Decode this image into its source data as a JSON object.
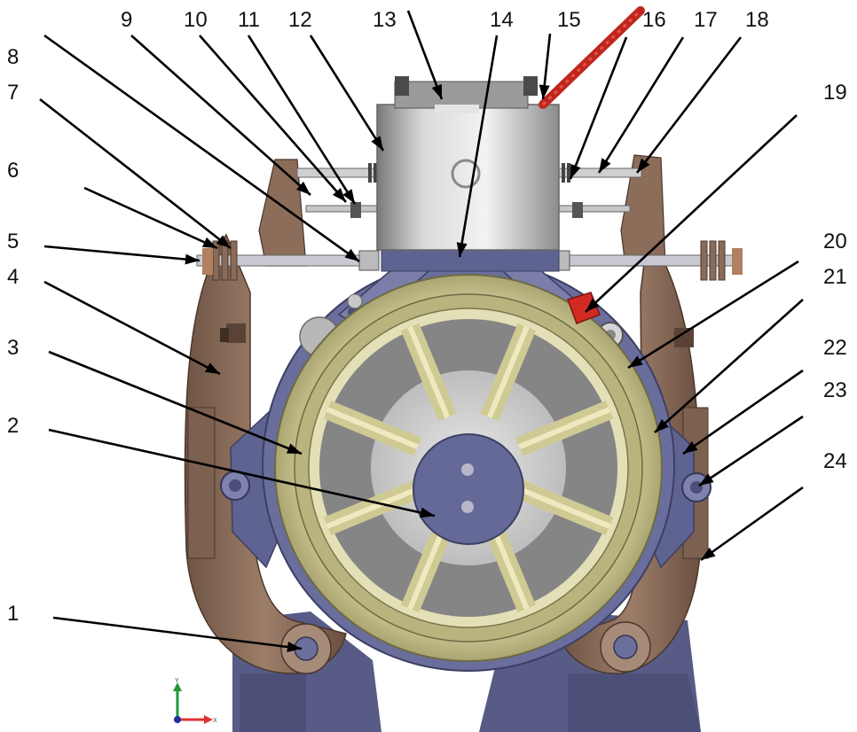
{
  "diagram": {
    "callouts": [
      {
        "id": "c1",
        "label": "1"
      },
      {
        "id": "c2",
        "label": "2"
      },
      {
        "id": "c3",
        "label": "3"
      },
      {
        "id": "c4",
        "label": "4"
      },
      {
        "id": "c5",
        "label": "5"
      },
      {
        "id": "c6",
        "label": "6"
      },
      {
        "id": "c7",
        "label": "7"
      },
      {
        "id": "c8",
        "label": "8"
      },
      {
        "id": "c9",
        "label": "9"
      },
      {
        "id": "c10",
        "label": "10"
      },
      {
        "id": "c11",
        "label": "11"
      },
      {
        "id": "c12",
        "label": "12"
      },
      {
        "id": "c13",
        "label": "13"
      },
      {
        "id": "c14",
        "label": "14"
      },
      {
        "id": "c15",
        "label": "15"
      },
      {
        "id": "c16",
        "label": "16"
      },
      {
        "id": "c17",
        "label": "17"
      },
      {
        "id": "c18",
        "label": "18"
      },
      {
        "id": "c19",
        "label": "19"
      },
      {
        "id": "c20",
        "label": "20"
      },
      {
        "id": "c21",
        "label": "21"
      },
      {
        "id": "c22",
        "label": "22"
      },
      {
        "id": "c23",
        "label": "23"
      },
      {
        "id": "c24",
        "label": "24"
      }
    ],
    "axis_triad": {
      "y_label": "Y",
      "x_label": "X"
    },
    "colors": {
      "bronze": "#8a6a55",
      "bronze_light": "#b59a86",
      "frame_blue": "#5f6391",
      "frame_blue_light": "#8e92bb",
      "sheave_yellow": "#c9c48e",
      "metal_gray": "#9a9a9a",
      "cable_red": "#c0261d",
      "switch_red": "#d22a22"
    }
  }
}
